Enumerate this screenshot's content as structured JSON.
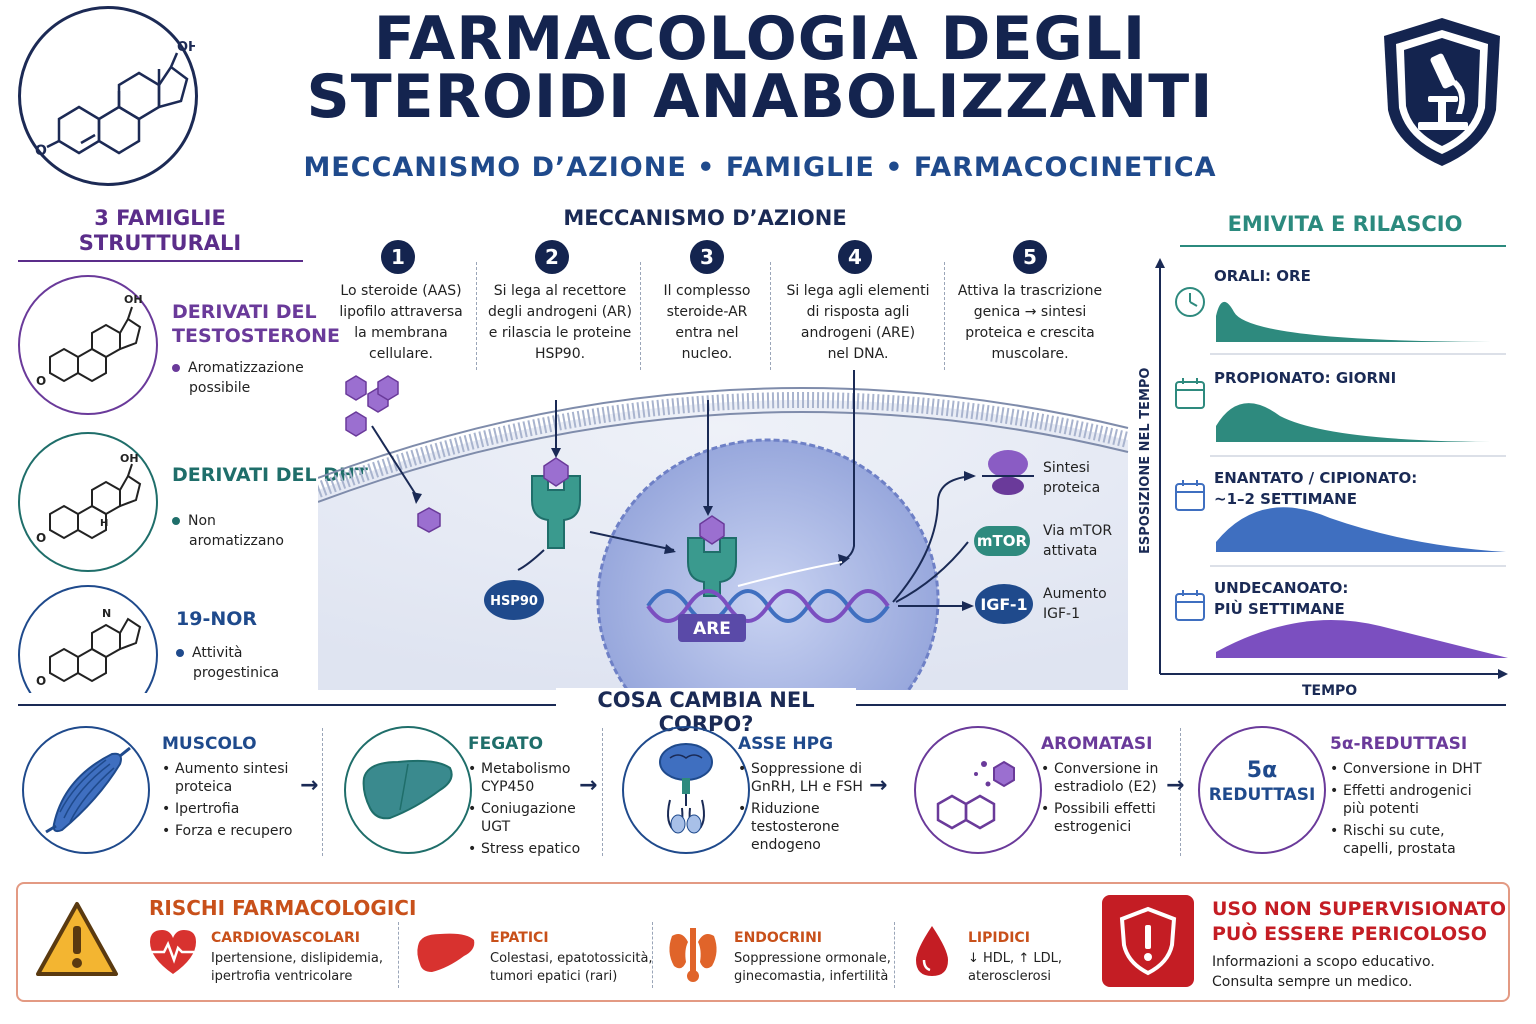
{
  "header": {
    "title_line1": "FARMACOLOGIA DEGLI",
    "title_line2": "STEROIDI ANABOLIZZANTI",
    "subtitle": "MECCANISMO D’AZIONE  •  FAMIGLIE  •  FARMACOCINETICA",
    "logo_label": "OH"
  },
  "families": {
    "title_line1": "3 FAMIGLIE",
    "title_line2": "STRUTTURALI",
    "items": [
      {
        "name_line1": "DERIVATI DEL",
        "name_line2": "TESTOSTERONE",
        "bullet_line1": "Aromatizzazione",
        "bullet_line2": "possibile",
        "color": "#6a3a9a",
        "atom": "OH"
      },
      {
        "name_line1": "DERIVATI DEL DHT",
        "name_line2": "",
        "bullet_line1": "Non",
        "bullet_line2": "aromatizzano",
        "color": "#1f6e6a",
        "atom": "OH",
        "atom2": "H"
      },
      {
        "name_line1": "19-NOR",
        "name_line2": "",
        "bullet_line1": "Attività",
        "bullet_line2": "progestinica",
        "color": "#1f4a8c",
        "atom": "N"
      }
    ]
  },
  "mechanism": {
    "title": "MECCANISMO D’AZIONE",
    "steps": [
      {
        "num": "1",
        "l1": "Lo steroide (AAS)",
        "l2": "lipofilo attraversa",
        "l3": "la membrana",
        "l4": "cellulare."
      },
      {
        "num": "2",
        "l1": "Si lega al recettore",
        "l2": "degli androgeni (AR)",
        "l3": "e rilascia le proteine",
        "l4": "HSP90."
      },
      {
        "num": "3",
        "l1": "Il complesso",
        "l2": "steroide-AR",
        "l3": "entra nel",
        "l4": "nucleo."
      },
      {
        "num": "4",
        "l1": "Si lega agli elementi",
        "l2": "di risposta agli",
        "l3": "androgeni (ARE)",
        "l4": "nel DNA."
      },
      {
        "num": "5",
        "l1": "Attiva la trascrizione",
        "l2": "genica → sintesi",
        "l3": "proteica e crescita",
        "l4": "muscolare."
      }
    ],
    "labels": {
      "hsp90": "HSP90",
      "are": "ARE",
      "mtor": "mTOR",
      "igf": "IGF-1"
    },
    "outcomes": [
      {
        "l1": "Sintesi",
        "l2": "proteica"
      },
      {
        "l1": "Via mTOR",
        "l2": "attivata"
      },
      {
        "l1": "Aumento",
        "l2": "IGF-1"
      }
    ]
  },
  "halflife": {
    "title": "EMIVITA E RILASCIO",
    "y_axis": "ESPOSIZIONE NEL TEMPO",
    "x_axis": "TEMPO",
    "items": [
      {
        "l1": "ORALI: ORE",
        "l2": "",
        "color": "#2e8a7e",
        "icon": "clock-icon"
      },
      {
        "l1": "PROPIONATO: GIORNI",
        "l2": "",
        "color": "#2e8a7e",
        "icon": "calendar-icon"
      },
      {
        "l1": "ENANTATO / CIPIONATO:",
        "l2": "~1–2 SETTIMANE",
        "color": "#3f6fc0",
        "icon": "calendar-icon"
      },
      {
        "l1": "UNDECANOATO:",
        "l2": "PIÙ SETTIMANE",
        "color": "#7b4fc0",
        "icon": "calendar-icon"
      }
    ]
  },
  "body_changes": {
    "title": "COSA CAMBIA NEL CORPO?",
    "organs": [
      {
        "title": "MUSCOLO",
        "color": "#1f4a8c",
        "bullets": [
          "Aumento sintesi\nproteica",
          "Ipertrofia",
          "Forza e recupero"
        ]
      },
      {
        "title": "FEGATO",
        "color": "#1f6e6a",
        "bullets": [
          "Metabolismo\nCYP450",
          "Coniugazione\nUGT",
          "Stress epatico"
        ]
      },
      {
        "title": "ASSE HPG",
        "color": "#1f4a8c",
        "bullets": [
          "Soppressione di\nGnRH, LH e FSH",
          "Riduzione\ntestosterone\nendogeno"
        ]
      },
      {
        "title": "AROMATASI",
        "color": "#6a3a9a",
        "bullets": [
          "Conversione in\nestradiolo (E2)",
          "Possibili effetti\nestrogenici"
        ]
      },
      {
        "title": "5α-REDUTTASI",
        "color": "#6a3a9a",
        "bullets": [
          "Conversione in DHT",
          "Effetti androgenici\npiù potenti",
          "Rischi su cute,\ncapelli, prostata"
        ]
      }
    ],
    "reductase_label_1": "5α",
    "reductase_label_2": "REDUTTASI"
  },
  "risks": {
    "title": "RISCHI FARMACOLOGICI",
    "items": [
      {
        "title": "CARDIOVASCOLARI",
        "l1": "Ipertensione, dislipidemia,",
        "l2": "ipertrofia ventricolare"
      },
      {
        "title": "EPATICI",
        "l1": "Colestasi, epatotossicità,",
        "l2": "tumori epatici (rari)"
      },
      {
        "title": "ENDOCRINI",
        "l1": "Soppressione ormonale,",
        "l2": "ginecomastia, infertilità"
      },
      {
        "title": "LIPIDICI",
        "l1": "↓ HDL, ↑ LDL,",
        "l2": "aterosclerosi"
      }
    ],
    "warning_title_1": "USO NON SUPERVISIONATO",
    "warning_title_2": "PUÒ ESSERE PERICOLOSO",
    "warning_text_1": "Informazioni a scopo educativo.",
    "warning_text_2": "Consulta sempre un medico."
  }
}
